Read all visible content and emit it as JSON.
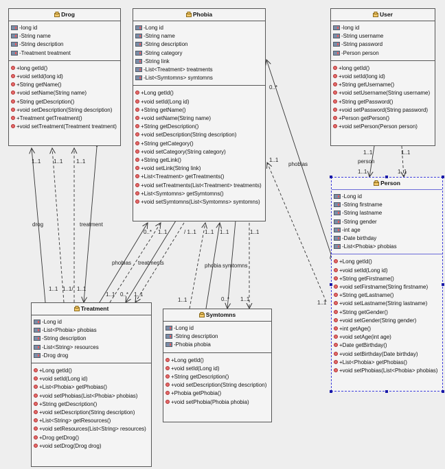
{
  "classes": {
    "drog": {
      "name": "Drog",
      "attributes": [
        "-long id",
        "-String name",
        "-String description",
        "-Treatment treatment"
      ],
      "operations": [
        "+long getId()",
        "+void setId(long id)",
        "+String getName()",
        "+void setName(String name)",
        "+String getDescription()",
        "+void setDescription(String description)",
        "+Treatment getTreatment()",
        "+void setTreatment(Treatment treatment)"
      ]
    },
    "phobia": {
      "name": "Phobia",
      "attributes": [
        "-Long id",
        "-String name",
        "-String description",
        "-String category",
        "-String link",
        "-List<Treatment> treatments",
        "-List<Symtomns> symtomns"
      ],
      "operations": [
        "+Long getId()",
        "+void setId(Long id)",
        "+String getName()",
        "+void setName(String name)",
        "+String getDescription()",
        "+void setDescription(String description)",
        "+String getCategory()",
        "+void setCategory(String category)",
        "+String getLink()",
        "+void setLink(String link)",
        "+List<Treatment> getTreatments()",
        "+void setTreatments(List<Treatment> treatments)",
        "+List<Symtomns> getSymtomns()",
        "+void setSymtomns(List<Symtomns> symtomns)"
      ]
    },
    "user": {
      "name": "User",
      "attributes": [
        "-long id",
        "-String username",
        "-String password",
        "-Person person"
      ],
      "operations": [
        "+long getId()",
        "+void setId(long id)",
        "+String getUsername()",
        "+void setUsername(String username)",
        "+String getPassword()",
        "+void setPassword(String password)",
        "+Person getPerson()",
        "+void setPerson(Person person)"
      ]
    },
    "person": {
      "name": "Person",
      "attributes": [
        "-Long id",
        "-String firstname",
        "-String lastname",
        "-String gender",
        "-int age",
        "-Date birthday",
        "-List<Phobia> phobias"
      ],
      "operations": [
        "+Long getId()",
        "+void setId(Long id)",
        "+String getFirstname()",
        "+void setFirstname(String firstname)",
        "+String getLastname()",
        "+void setLastname(String lastname)",
        "+String getGender()",
        "+void setGender(String gender)",
        "+int getAge()",
        "+void setAge(int age)",
        "+Date getBirthday()",
        "+void setBirthday(Date birthday)",
        "+List<Phobia> getPhobias()",
        "+void setPhobias(List<Phobia> phobias)"
      ]
    },
    "treatment": {
      "name": "Treatment",
      "attributes": [
        "-Long id",
        "-List<Phobia> phobias",
        "-String description",
        "-List<String> resources",
        "-Drog drog"
      ],
      "operations": [
        "+Long getId()",
        "+void setId(Long id)",
        "+List<Phobia> getPhobias()",
        "+void setPhobias(List<Phobia> phobias)",
        "+String getDescription()",
        "+void setDescription(String description)",
        "+List<String> getResources()",
        "+void setResources(List<String> resources)",
        "+Drog getDrog()",
        "+void setDrog(Drog drog)"
      ]
    },
    "symtomns": {
      "name": "Symtomns",
      "attributes": [
        "-Long id",
        "-String description",
        "-Phobia phobia"
      ],
      "operations": [
        "+Long getId()",
        "+void setId(Long id)",
        "+String getDescription()",
        "+void setDescription(String description)",
        "+Phobia getPhobia()",
        "+void setPhobia(Phobia phobia)"
      ]
    }
  },
  "edge_labels": {
    "drog": "drog",
    "treatment": "treatment",
    "phobias_pt": "phobias",
    "treatments": "treatments",
    "phobias_person": "phobias",
    "person": "person",
    "phobia": "phobia",
    "symtomns": "symtomns"
  },
  "multiplicities": {
    "d1": "1..1",
    "d2": "1..1",
    "d3": "1..1",
    "t1": "1..1",
    "t2": "1..1/",
    "t3": "1..1",
    "p_top1": "0..*",
    "p_top2": "1..1",
    "p_top3": "/ 1..1",
    "p_top4": "1..1",
    "p_top5": "1..1",
    "p_top6": "1..1",
    "tr1": "1..1",
    "tr2": "0..*",
    "tr3": "1..1",
    "sy1": "1..1",
    "sy2": "0..*",
    "sy3": "1..1",
    "u1": "1..1",
    "u2": "1..1",
    "pe1": "1..1",
    "pe2": "1..1",
    "ph_u": "0..*",
    "ph_l": "1..1",
    "pe_l": "1..1"
  },
  "colors": {
    "selection": "#1a1aa8",
    "method_icon": "#e46a6a",
    "field_icon": "#7a8ea8"
  }
}
